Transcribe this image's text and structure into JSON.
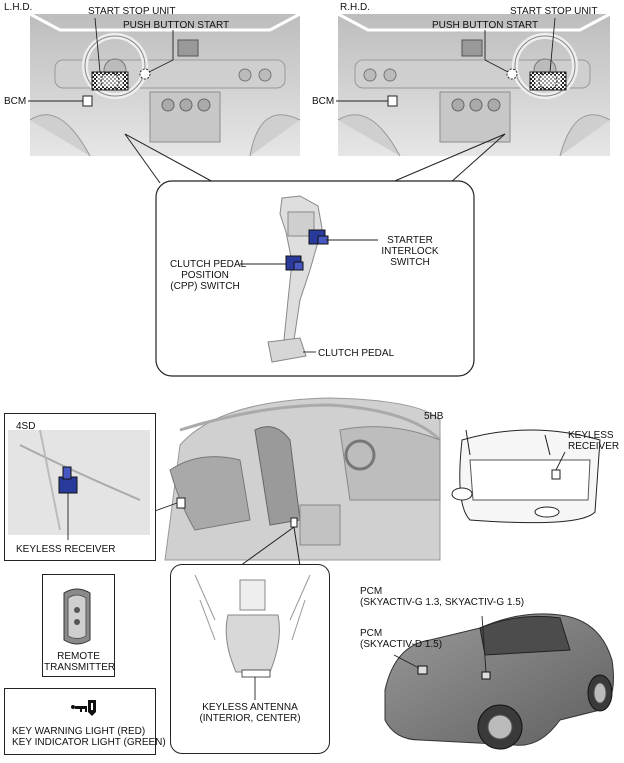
{
  "dashboards": {
    "lhd": {
      "title": "L.H.D.",
      "start_stop_unit": "START STOP UNIT",
      "push_button_start": "PUSH BUTTON START",
      "bcm": "BCM"
    },
    "rhd": {
      "title": "R.H.D.",
      "start_stop_unit": "START STOP UNIT",
      "push_button_start": "PUSH BUTTON START",
      "bcm": "BCM"
    }
  },
  "pedal_detail": {
    "starter_interlock_switch": [
      "STARTER",
      "INTERLOCK",
      "SWITCH"
    ],
    "cpp_switch": [
      "CLUTCH PEDAL",
      "POSITION",
      "(CPP) SWITCH"
    ],
    "clutch_pedal": "CLUTCH PEDAL"
  },
  "sedan_inset": {
    "tag": "4SD",
    "keyless_receiver": "KEYLESS RECEIVER"
  },
  "hatch_inset": {
    "tag": "5HB",
    "keyless_receiver": [
      "KEYLESS",
      "RECEIVER"
    ]
  },
  "remote": {
    "label": [
      "REMOTE",
      "TRANSMITTER"
    ]
  },
  "key_light": {
    "lines": [
      "KEY WARNING LIGHT (RED)",
      "KEY INDICATOR LIGHT (GREEN)"
    ],
    "icon": "key-indicator-icon"
  },
  "antenna": {
    "label": [
      "KEYLESS ANTENNA",
      "(INTERIOR, CENTER)"
    ]
  },
  "pcm": {
    "gasoline": [
      "PCM",
      "(SKYACTIV-G 1.3, SKYACTIV-G 1.5)"
    ],
    "diesel": [
      "PCM",
      "(SKYACTIV-D 1.5)"
    ]
  },
  "colors": {
    "component_blue": "#2a3a9c",
    "line": "#222222",
    "grey_fill": "#d6d6d6",
    "dark_grey": "#8a8a8a"
  }
}
